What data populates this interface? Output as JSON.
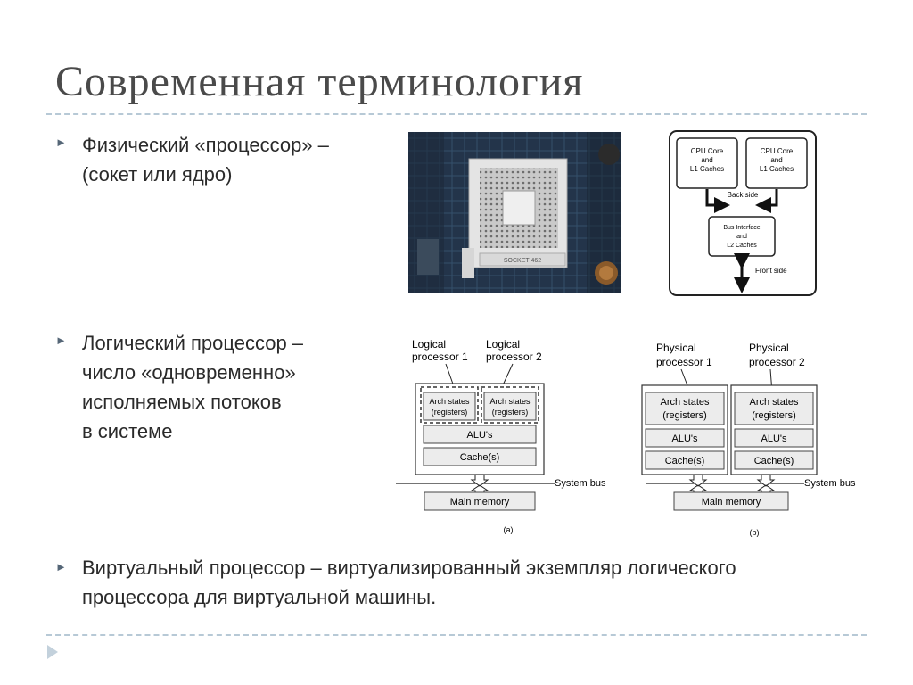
{
  "slide": {
    "title": "Современная терминология",
    "bullets": [
      {
        "marker": "►",
        "lines": [
          "Физический «процессор» –",
          "(сокет или ядро)"
        ]
      },
      {
        "marker": "►",
        "lines": [
          "Логический процессор –",
          "число «одновременно»",
          "исполняемых  потоков",
          "в системе"
        ]
      },
      {
        "marker": "►",
        "lines": [
          "Виртуальный процессор – виртуализированный экземпляр логического",
          "процессора для виртуальной машины."
        ]
      }
    ]
  },
  "socket_photo": {
    "label": "SOCKET 462"
  },
  "core_diagram": {
    "core1": [
      "CPU Core",
      "and",
      "L1 Caches"
    ],
    "core2": [
      "CPU Core",
      "and",
      "L1 Caches"
    ],
    "back_side": "Back side",
    "bus": [
      "Bus Interface",
      "and",
      "L2 Caches"
    ],
    "front_side": "Front side"
  },
  "diagram_a": {
    "proc1": [
      "Logical",
      "processor 1"
    ],
    "proc2": [
      "Logical",
      "processor 2"
    ],
    "arch": [
      "Arch states",
      "(registers)"
    ],
    "alu": "ALU's",
    "cache": "Cache(s)",
    "bus": "System bus",
    "memory": "Main memory",
    "caption": "(a)"
  },
  "diagram_b": {
    "proc1": [
      "Physical",
      "processor 1"
    ],
    "proc2": [
      "Physical",
      "processor 2"
    ],
    "arch": [
      "Arch states",
      "(registers)"
    ],
    "alu": "ALU's",
    "cache": "Cache(s)",
    "bus": "System bus",
    "memory": "Main memory",
    "caption": "(b)"
  }
}
